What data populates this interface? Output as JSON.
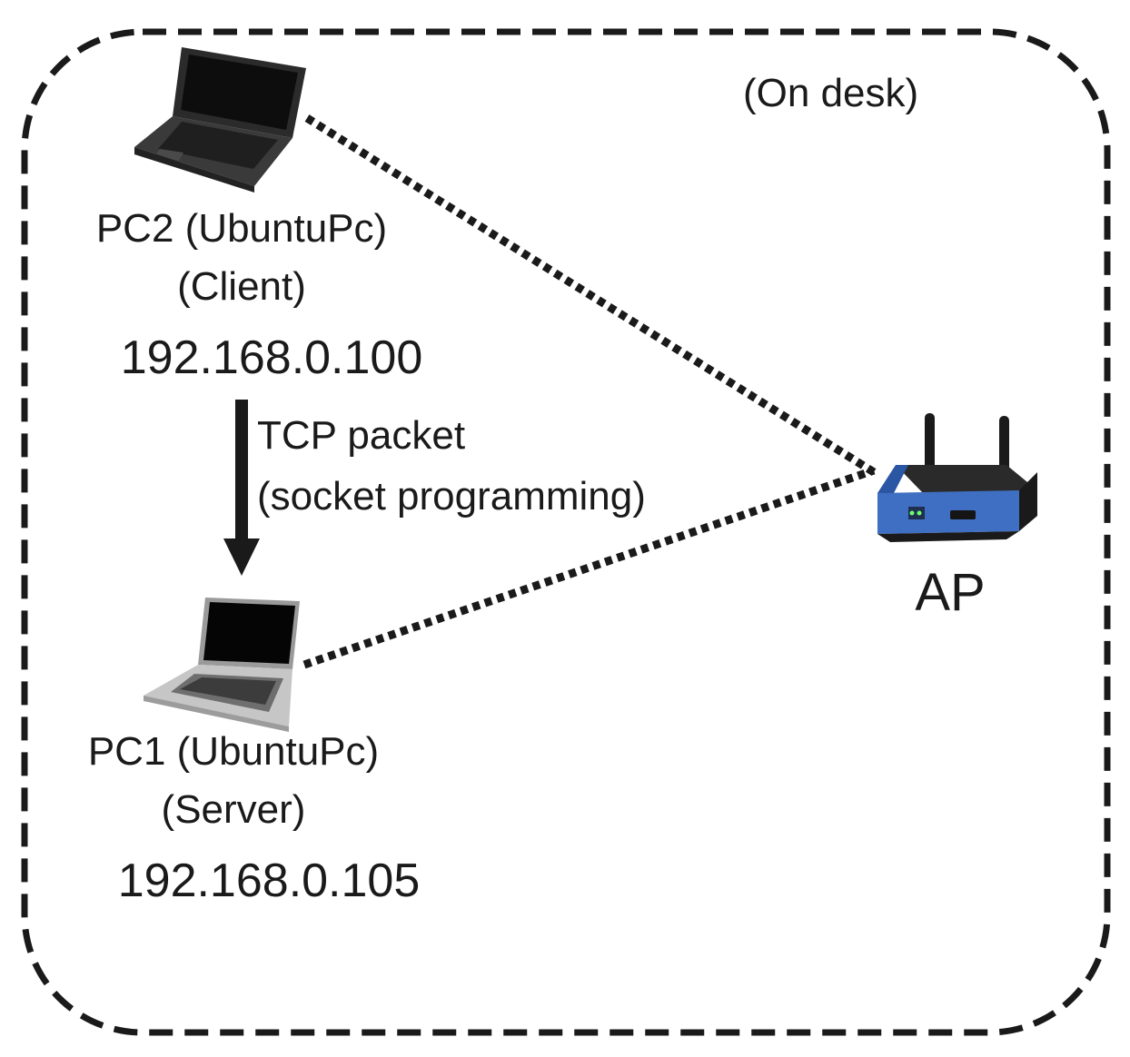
{
  "region_label": "(On desk)",
  "pc2": {
    "name": "PC2 (UbuntuPc)",
    "role": "(Client)",
    "ip": "192.168.0.100"
  },
  "pc1": {
    "name": "PC1 (UbuntuPc)",
    "role": "(Server)",
    "ip": "192.168.0.105"
  },
  "access_point": {
    "label": "AP"
  },
  "transfer": {
    "line1": "TCP packet",
    "line2": "(socket programming)"
  },
  "colors": {
    "outline": "#1a1a1a",
    "router_body": "#3f6fc2",
    "laptop_dark": "#2b2b2b",
    "laptop_silver": "#b8b8b8"
  },
  "icons": {
    "pc2": "laptop-dark-icon",
    "pc1": "laptop-silver-icon",
    "ap": "wireless-router-icon"
  }
}
